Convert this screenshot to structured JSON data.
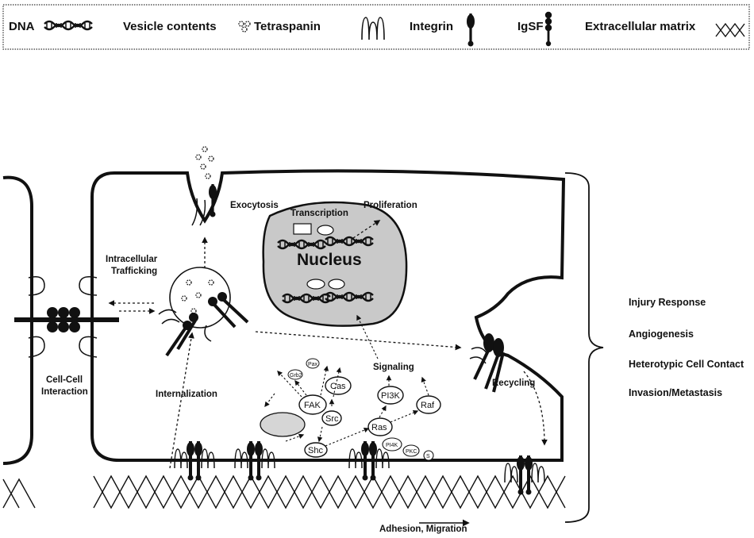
{
  "legend": {
    "dna": "DNA",
    "vesicle": "Vesicle contents",
    "tetraspanin": "Tetraspanin",
    "integrin": "Integrin",
    "igsf": "IgSF",
    "ecm": "Extracellular matrix"
  },
  "labels": {
    "exocytosis": "Exocytosis",
    "transcription": "Transcription",
    "proliferation": "Proliferation",
    "nucleus": "Nucleus",
    "intracellular_line1": "Intracellular",
    "intracellular_line2": "Trafficking",
    "cellcell_line1": "Cell-Cell",
    "cellcell_line2": "Interaction",
    "internalization": "Internalization",
    "signaling": "Signaling",
    "recycling": "Recycling",
    "adhesion": "Adhesion, Migration"
  },
  "molecules": {
    "fak": "FAK",
    "cas": "Cas",
    "src": "Src",
    "shc": "Shc",
    "pi3k": "PI3K",
    "raf": "Raf",
    "ras": "Ras",
    "pi4k": "PI4K",
    "pkc": "PKC",
    "s": "S",
    "grb2": "Grb2",
    "pax": "Pax"
  },
  "outcomes": [
    "Injury Response",
    "Angiogenesis",
    "Heterotypic Cell Contact",
    "Invasion/Metastasis"
  ]
}
